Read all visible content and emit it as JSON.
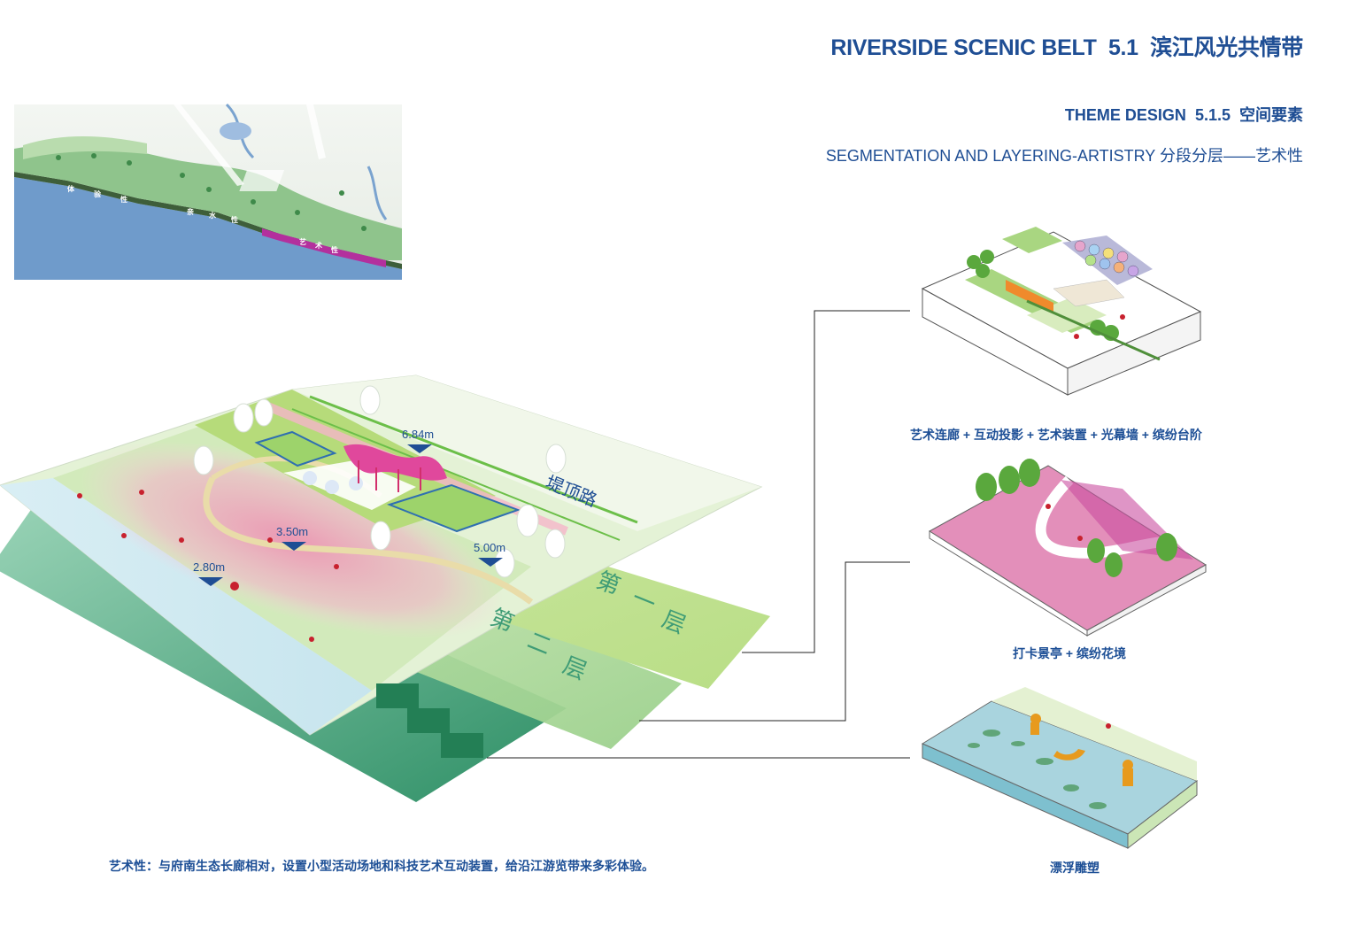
{
  "header": {
    "title_en": "RIVERSIDE SCENIC BELT",
    "title_num": "5.1",
    "title_cn": "滨江风光共情带",
    "theme_en": "THEME DESIGN",
    "theme_num": "5.1.5",
    "theme_cn": "空间要素",
    "segment_en": "SEGMENTATION AND LAYERING-ARTISTRY",
    "segment_cn": "分段分层——艺术性"
  },
  "key_map": {
    "labels": [
      "体",
      "验",
      "性",
      "亲",
      "水",
      "性",
      "艺",
      "术",
      "性"
    ]
  },
  "main_plan": {
    "road_label": "堤顶路",
    "layer1_label": [
      "第",
      "一",
      "层"
    ],
    "layer2_label": [
      "第",
      "二",
      "层"
    ],
    "elevations": [
      "6.84m",
      "3.50m",
      "5.00m",
      "2.80m"
    ]
  },
  "details": [
    {
      "caption": "艺术连廊 + 互动投影 + 艺术装置 + 光幕墙 + 缤纷台阶"
    },
    {
      "caption": "打卡景亭 + 缤纷花境"
    },
    {
      "caption": "漂浮雕塑"
    }
  ],
  "description": "艺术性：与府南生态长廊相对，设置小型活动场地和科技艺术互动装置，给沿江游览带来多彩体验。",
  "colors": {
    "title_blue": "#1f4e94",
    "river_blue": "#6d9bcc",
    "art_magenta": "#b0319a",
    "layer_green": "#c9e7a6",
    "deep_green": "#237f55",
    "flower_pink": "#e49bb8"
  }
}
